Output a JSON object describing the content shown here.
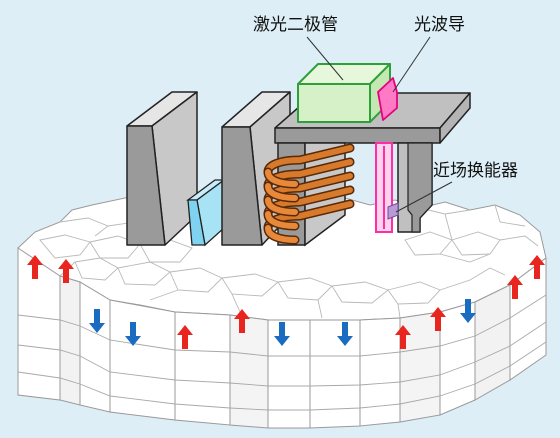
{
  "labels": {
    "laser_diode": "激光二极管",
    "optical_waveguide": "光波导",
    "near_field_transducer": "近场换能器"
  },
  "colors": {
    "background": "#ddeef6",
    "medium_face": "#ffffff",
    "grain_line": "#9a9a9a",
    "pole_front": "#9a9a9a",
    "pole_side": "#c8c8c8",
    "pole_top": "#e6e6e6",
    "shield_blue": "#7fd3f0",
    "coil": "#d87a2c",
    "laser_fill": "#d6f1c8",
    "laser_edge": "#2ea03a",
    "waveguide": "#ff2ea8",
    "arrow_up": "#e8261f",
    "arrow_down": "#1a6cc0"
  },
  "magnetization_arrows": [
    "up",
    "up",
    "down",
    "down",
    "up",
    "up",
    "down",
    "down",
    "up",
    "up",
    "down",
    "up"
  ]
}
